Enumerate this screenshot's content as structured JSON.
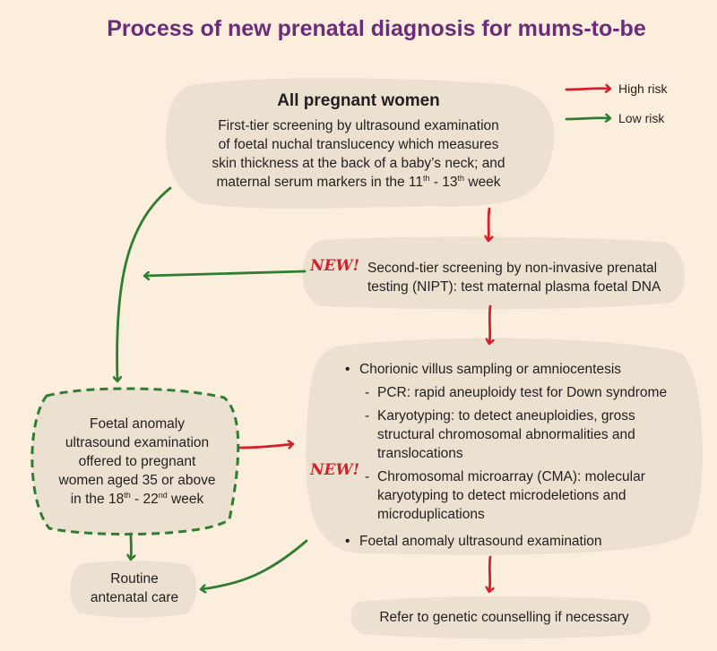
{
  "title": "Process of new prenatal diagnosis for mums-to-be",
  "legend": {
    "high_risk": "High risk",
    "low_risk": "Low risk",
    "high_color": "#d4202b",
    "low_color": "#2e7d32"
  },
  "box1": {
    "heading": "All pregnant women",
    "line1": "First-tier screening by ultrasound examination",
    "line2": "of foetal nuchal translucency which measures",
    "line3": "skin thickness at the back of a baby’s neck; and",
    "line4_pre": "maternal serum markers in the 11",
    "sup1": "th",
    "dash": " - 13",
    "sup2": "th",
    "line4_post": " week"
  },
  "new_label": "NEW!",
  "box2": {
    "line1": "Second-tier screening by non-invasive prenatal",
    "line2": "testing (NIPT): test maternal plasma foetal DNA"
  },
  "box3": {
    "bullet1": "Chorionic villus sampling or amniocentesis",
    "sub1": "PCR: rapid aneuploidy test for Down syndrome",
    "sub2": "Karyotyping: to detect aneuploidies, gross structural chromosomal abnormalities and translocations",
    "sub3": "Chromosomal microarray (CMA): molecular karyotyping to detect microdeletions and microduplications",
    "bullet2": "Foetal anomaly ultrasound examination"
  },
  "box4": {
    "line1": "Foetal anomaly",
    "line2": "ultrasound examination",
    "line3": "offered to pregnant",
    "line4": "women aged 35 or above",
    "line5_pre": "in the 18",
    "sup1": "th",
    "dash": " - 22",
    "sup2": "nd",
    "line5_post": " week"
  },
  "box5": {
    "line1": "Routine",
    "line2": "antenatal care"
  },
  "box6": {
    "text": "Refer to genetic counselling if necessary"
  }
}
